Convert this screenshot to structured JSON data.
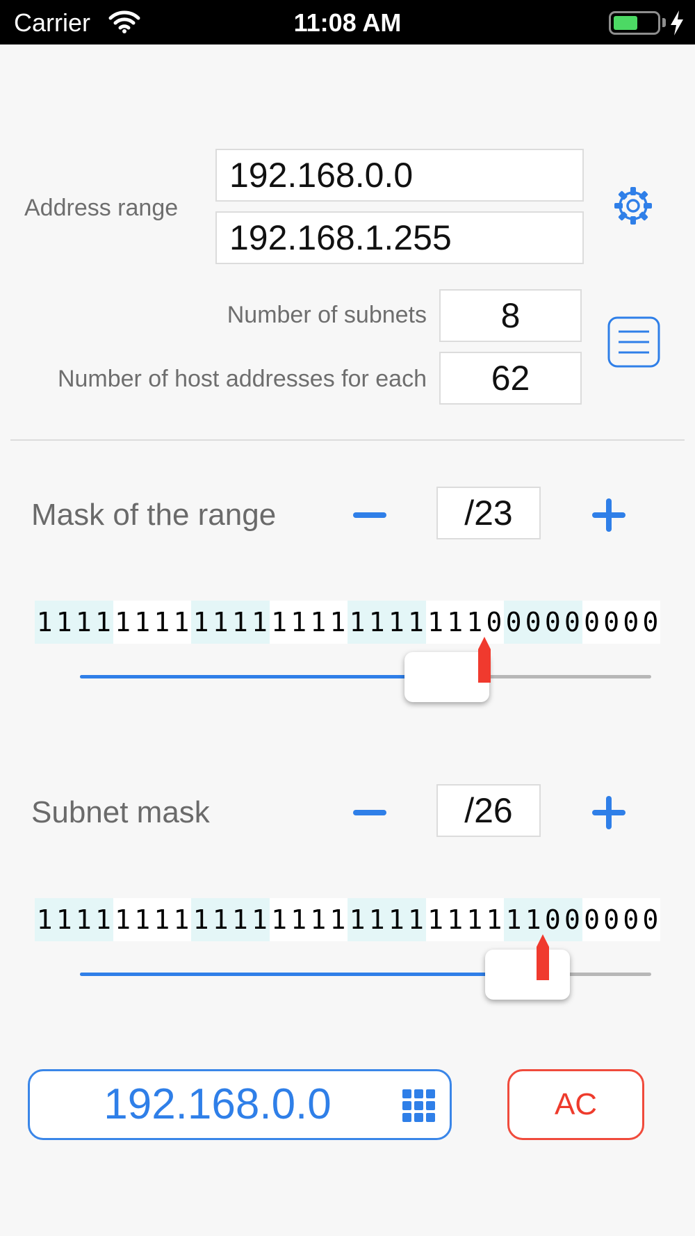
{
  "status_bar": {
    "carrier": "Carrier",
    "time": "11:08 AM",
    "battery_level": 0.55
  },
  "address_range": {
    "label": "Address range",
    "start": "192.168.0.0",
    "end": "192.168.1.255"
  },
  "subnets": {
    "subnets_label": "Number of subnets",
    "subnets_value": "8",
    "hosts_label": "Number of host addresses for each",
    "hosts_value": "62"
  },
  "range_mask": {
    "title": "Mask of the range",
    "value": "/23",
    "prefix": 23,
    "bits": [
      "1111",
      "1111",
      "1111",
      "1111",
      "1111",
      "1110",
      "0000",
      "0000"
    ],
    "slider_fraction": 0.667
  },
  "subnet_mask": {
    "title": "Subnet mask",
    "value": "/26",
    "prefix": 26,
    "bits": [
      "1111",
      "1111",
      "1111",
      "1111",
      "1111",
      "1111",
      "1100",
      "0000"
    ],
    "slider_fraction": 0.833
  },
  "ip_display": {
    "value": "192.168.0.0"
  },
  "ac_button": {
    "label": "AC"
  },
  "colors": {
    "accent": "#2f7fe8",
    "danger": "#ee3b2c",
    "bit_shade": "#e4f6f7",
    "marker": "#f03a2e"
  },
  "icons": [
    "wifi-icon",
    "battery-icon",
    "charging-bolt-icon",
    "gear-icon",
    "list-icon",
    "minus-icon",
    "plus-icon",
    "keypad-icon"
  ]
}
